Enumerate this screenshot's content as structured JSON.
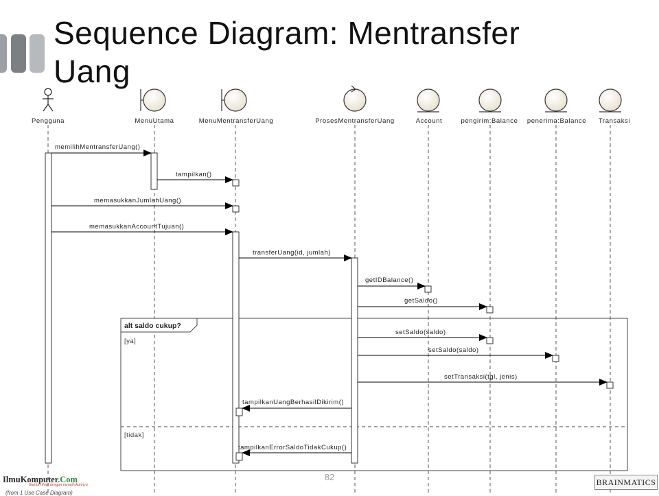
{
  "slide": {
    "title": "Sequence Diagram: Mentransfer Uang",
    "page_number": "82"
  },
  "lifelines": [
    {
      "id": "pengguna",
      "label": "Pengguna",
      "kind": "actor"
    },
    {
      "id": "menu-utama",
      "label": "MenuUtama",
      "kind": "boundary"
    },
    {
      "id": "menu-mentransfer-uang",
      "label": "MenuMentransferUang",
      "kind": "boundary"
    },
    {
      "id": "proses-mentransfer-uang",
      "label": "ProsesMentransferUang",
      "kind": "control"
    },
    {
      "id": "account",
      "label": "Account",
      "kind": "entity"
    },
    {
      "id": "pengirim-balance",
      "label": "pengirim:Balance",
      "kind": "entity"
    },
    {
      "id": "penerima-balance",
      "label": "penerima:Balance",
      "kind": "entity"
    },
    {
      "id": "transaksi",
      "label": "Transaksi",
      "kind": "entity"
    }
  ],
  "messages": [
    {
      "label": "memilihMentransferUang()",
      "from": "pengguna",
      "to": "menu-utama"
    },
    {
      "label": "tampilkan()",
      "from": "menu-utama",
      "to": "menu-mentransfer-uang"
    },
    {
      "label": "memasukkanJumlahUang()",
      "from": "pengguna",
      "to": "menu-mentransfer-uang"
    },
    {
      "label": "memasukkanAccountTujuan()",
      "from": "pengguna",
      "to": "menu-mentransfer-uang"
    },
    {
      "label": "transferUang(id, jumlah)",
      "from": "menu-mentransfer-uang",
      "to": "proses-mentransfer-uang"
    },
    {
      "label": "getIDBalance()",
      "from": "proses-mentransfer-uang",
      "to": "account"
    },
    {
      "label": "getSaldo()",
      "from": "proses-mentransfer-uang",
      "to": "pengirim-balance"
    },
    {
      "label": "setSaldo(saldo)",
      "from": "proses-mentransfer-uang",
      "to": "pengirim-balance"
    },
    {
      "label": "setSaldo(saldo)",
      "from": "proses-mentransfer-uang",
      "to": "penerima-balance"
    },
    {
      "label": "setTransaksi(tgl, jenis)",
      "from": "proses-mentransfer-uang",
      "to": "transaksi"
    },
    {
      "label": "tampilkanUangBerhasilDikirim()",
      "from": "proses-mentransfer-uang",
      "to": "menu-mentransfer-uang"
    },
    {
      "label": "tampilkanErrorSaldoTidakCukup()",
      "from": "proses-mentransfer-uang",
      "to": "menu-mentransfer-uang"
    }
  ],
  "fragment": {
    "title": "alt saldo cukup?",
    "guard_true": "[ya]",
    "guard_false": "[tidak]"
  },
  "footer": {
    "left_logo": {
      "brand": "IlmuKomputer",
      "brand_suffix": ".Com",
      "tagline": "Ikatlah ilmu dengan menuliskannya",
      "footnote": "(from 1 Use Case Diagram)"
    },
    "right_logo": "BRAINMATICS"
  }
}
